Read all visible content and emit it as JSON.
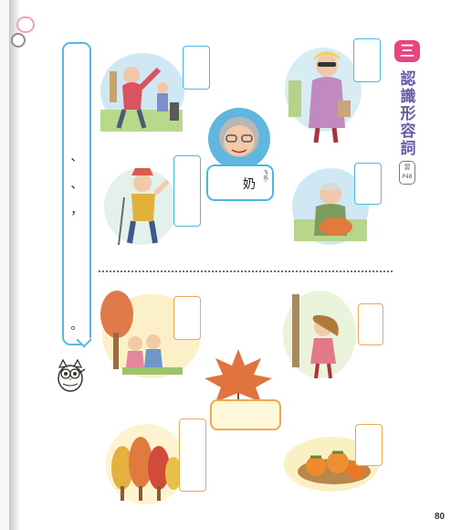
{
  "page": {
    "section_number": "三",
    "title_chars": [
      "認",
      "識",
      "形",
      "容",
      "詞"
    ],
    "reference": {
      "label": "習",
      "page": "P48"
    },
    "page_number": "80"
  },
  "strip": {
    "marks": [
      "、",
      "、",
      "，",
      "。"
    ]
  },
  "center": {
    "word": "奶",
    "bopomofo": "ㄋㄞˇ"
  },
  "colors": {
    "title": "#6a5aa6",
    "badge": "#e8447f",
    "blue_box": "#4cb8df",
    "orange_box": "#f0a654"
  }
}
